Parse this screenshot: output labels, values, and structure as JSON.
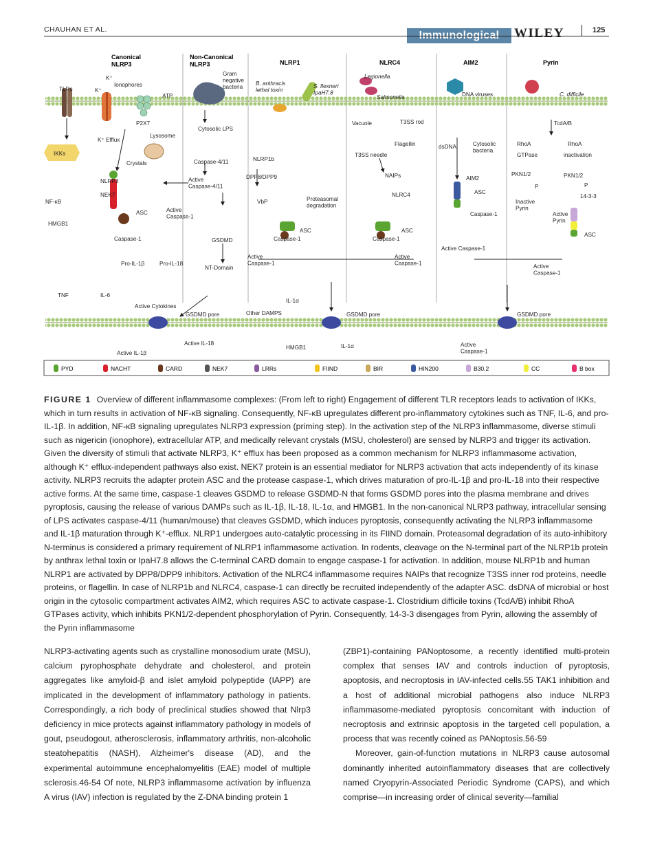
{
  "header": {
    "author": "CHAUHAN ET AL.",
    "journal": "Immunological Reviews",
    "publisher": "WILEY",
    "page_number": "125"
  },
  "figure": {
    "columns": {
      "canonical": "Canonical\nNLRP3",
      "noncanonical": "Non-Canonical\nNLRP3",
      "nlrp1": "NLRP1",
      "nlrc4": "NLRC4",
      "aim2": "AIM2",
      "pyrin": "Pyrin"
    },
    "labels": {
      "tlrs": "TLRs",
      "k1": "K⁺",
      "k2": "K⁺",
      "ionophores": "Ionophores",
      "atp": "ATP",
      "p2x7": "P2X7",
      "k_efflux": "K⁺ Efflux",
      "lysosome": "Lysosome",
      "crystals": "Crystals",
      "ikks": "IKKs",
      "nfkb": "NF-κB",
      "hmgb1_left": "HMGB1",
      "nlrp3": "NLRP3",
      "nek7": "NEK7",
      "asc1": "ASC",
      "caspase1_a": "Caspase-1",
      "active_caspase1_a": "Active\nCaspase-1",
      "pro_il1b": "Pro-IL-1β",
      "pro_il18": "Pro-IL-18",
      "tnf": "TNF",
      "il6": "IL-6",
      "active_cytokines": "Active Cytokines",
      "gram_neg": "Gram\nnegative\nbacteria",
      "cytosolic_lps": "Cytosolic LPS",
      "caspase411": "Caspase-4/11",
      "active_caspase411": "Active\nCaspase-4/11",
      "gsdmd": "GSDMD",
      "nt_domain": "NT-Domain",
      "gsdmd_pore1": "GSDMD pore",
      "anthracis": "B. anthracis\nlethal toxin",
      "flexneri": "S. flexneri\nIpaH7.8",
      "nlrp1b": "NLRP1b",
      "dpp": "DPP8/DPP9",
      "vbp": "VbP",
      "proteasomal": "Proteasomal\ndegradation",
      "asc2": "ASC",
      "caspase1_b": "Caspase-1",
      "active_caspase1_b": "Active\nCaspase-1",
      "il1a": "IL-1α",
      "other_damps": "Other DAMPS",
      "gsdmd_pore2": "GSDMD pore",
      "legionella": "Legionella",
      "salmonella": "Salmonella",
      "vacuole": "Vacuole",
      "t3ss_rod": "T3SS rod",
      "flagellin": "Flagellin",
      "t3ss_needle": "T3SS needle",
      "naips": "NAIPs",
      "nlrc4": "NLRC4",
      "asc3": "ASC",
      "caspase1_c": "Caspase-1",
      "active_caspase1_c": "Active\nCaspase-1",
      "dna_viruses": "DNA viruses",
      "dsdna": "dsDNA",
      "cytosolic_bacteria": "Cytosolic\nbacteria",
      "aim2": "AIM2",
      "asc4": "ASC",
      "caspase1_d": "Caspase-1",
      "active_caspase1_d": "Active Caspase-1",
      "c_difficile": "C. difficile",
      "tcdab": "TcdA/B",
      "rhoa1": "RhoA",
      "rhoa2": "RhoA",
      "gtpase": "GTPase",
      "inactivation": "inactivation",
      "pkn1": "PKN1/2",
      "pkn2": "PKN1/2",
      "p1": "P",
      "p2": "P",
      "x1433": "14-3-3",
      "inactive_pyrin": "Inactive\nPyrin",
      "active_pyrin": "Active\nPyrin",
      "asc5": "ASC",
      "active_caspase1_e": "Active\nCaspase-1",
      "gsdmd_pore3": "GSDMD pore",
      "active_il1b": "Active IL-1β",
      "active_il18": "Active IL-18",
      "hmgb1_bottom": "HMGB1",
      "il1a_bottom": "IL-1α",
      "active_caspase1_bottom": "Active\nCaspase-1"
    },
    "legend": [
      {
        "label": "PYD",
        "color": "#5aa531"
      },
      {
        "label": "NACHT",
        "color": "#d7202a"
      },
      {
        "label": "CARD",
        "color": "#6b3a1e"
      },
      {
        "label": "NEK7",
        "color": "#555555"
      },
      {
        "label": "LRRs",
        "color": "#8a5aa0"
      },
      {
        "label": "FIIND",
        "color": "#f0c419"
      },
      {
        "label": "BIR",
        "color": "#c9a85a"
      },
      {
        "label": "HIN200",
        "color": "#3c5aa0"
      },
      {
        "label": "B30.2",
        "color": "#c8a8d8"
      },
      {
        "label": "CC",
        "color": "#f2ef3a"
      },
      {
        "label": "B box",
        "color": "#e8306a"
      }
    ]
  },
  "caption": {
    "label": "FIGURE 1",
    "text": "Overview of different inflammasome complexes: (From left to right) Engagement of different TLR receptors leads to activation of IKKs, which in turn results in activation of NF-κB signaling. Consequently, NF-κB upregulates different pro-inflammatory cytokines such as TNF, IL-6, and pro-IL-1β. In addition, NF-κB signaling upregulates NLRP3 expression (priming step). In the activation step of the NLRP3 inflammasome, diverse stimuli such as nigericin (ionophore), extracellular ATP, and medically relevant crystals (MSU, cholesterol) are sensed by NLRP3 and trigger its activation. Given the diversity of stimuli that activate NLRP3, K⁺ efflux has been proposed as a common mechanism for NLRP3 inflammasome activation, although K⁺ efflux-independent pathways also exist. NEK7 protein is an essential mediator for NLRP3 activation that acts independently of its kinase activity. NLRP3 recruits the adapter protein ASC and the protease caspase-1, which drives maturation of pro-IL-1β and pro-IL-18 into their respective active forms. At the same time, caspase-1 cleaves GSDMD to release GSDMD-N that forms GSDMD pores into the plasma membrane and drives pyroptosis, causing the release of various DAMPs such as IL-1β, IL-18, IL-1α, and HMGB1. In the non-canonical NLRP3 pathway, intracellular sensing of LPS activates caspase-4/11 (human/mouse) that cleaves GSDMD, which induces pyroptosis, consequently activating the NLRP3 inflammasome and IL-1β maturation through K⁺-efflux. NLRP1 undergoes auto-catalytic processing in its FIIND domain. Proteasomal degradation of its auto-inhibitory N-terminus is considered a primary requirement of NLRP1 inflammasome activation. In rodents, cleavage on the N-terminal part of the NLRP1b protein by anthrax lethal toxin or IpaH7.8 allows the C-terminal CARD domain to engage caspase-1 for activation. In addition, mouse NLRP1b and human NLRP1 are activated by DPP8/DPP9 inhibitors. Activation of the NLRC4 inflammasome requires NAIPs that recognize T3SS inner rod proteins, needle proteins, or flagellin. In case of NLRP1b and NLRC4, caspase-1 can directly be recruited independently of the adapter ASC. dsDNA of microbial or host origin in the cytosolic compartment activates AIM2, which requires ASC to activate caspase-1. Clostridium difficile toxins (TcdA/B) inhibit RhoA GTPases activity, which inhibits PKN1/2-dependent phosphorylation of Pyrin. Consequently, 14-3-3 disengages from Pyrin, allowing the assembly of the Pyrin inflammasome"
  },
  "body": {
    "left_col": "NLRP3-activating agents such as crystalline monosodium urate (MSU), calcium pyrophosphate dehydrate and cholesterol, and protein aggregates like amyloid-β and islet amyloid polypeptide (IAPP) are implicated in the development of inflammatory pathology in patients. Correspondingly, a rich body of preclinical studies showed that Nlrp3 deficiency in mice protects against inflammatory pathology in models of gout, pseudogout, atherosclerosis, inflammatory arthritis, non-alcoholic steatohepatitis (NASH), Alzheimer's disease (AD), and the experimental autoimmune encephalomyelitis (EAE) model of multiple sclerosis.46-54 Of note, NLRP3 inflammasome activation by influenza A virus (IAV) infection is regulated by the Z-DNA binding protein 1",
    "right_p1": "(ZBP1)-containing PANoptosome, a recently identified multi-protein complex that senses IAV and controls induction of pyroptosis, apoptosis, and necroptosis in IAV-infected cells.55 TAK1 inhibition and a host of additional microbial pathogens also induce NLRP3 inflammasome-mediated pyroptosis concomitant with induction of necroptosis and extrinsic apoptosis in the targeted cell population, a process that was recently coined as PANoptosis.56-59",
    "right_p2": "Moreover, gain-of-function mutations in NLRP3 cause autosomal dominantly inherited autoinflammatory diseases that are collectively named Cryopyrin-Associated Periodic Syndrome (CAPS), and which comprise—in increasing order of clinical severity—familial"
  }
}
